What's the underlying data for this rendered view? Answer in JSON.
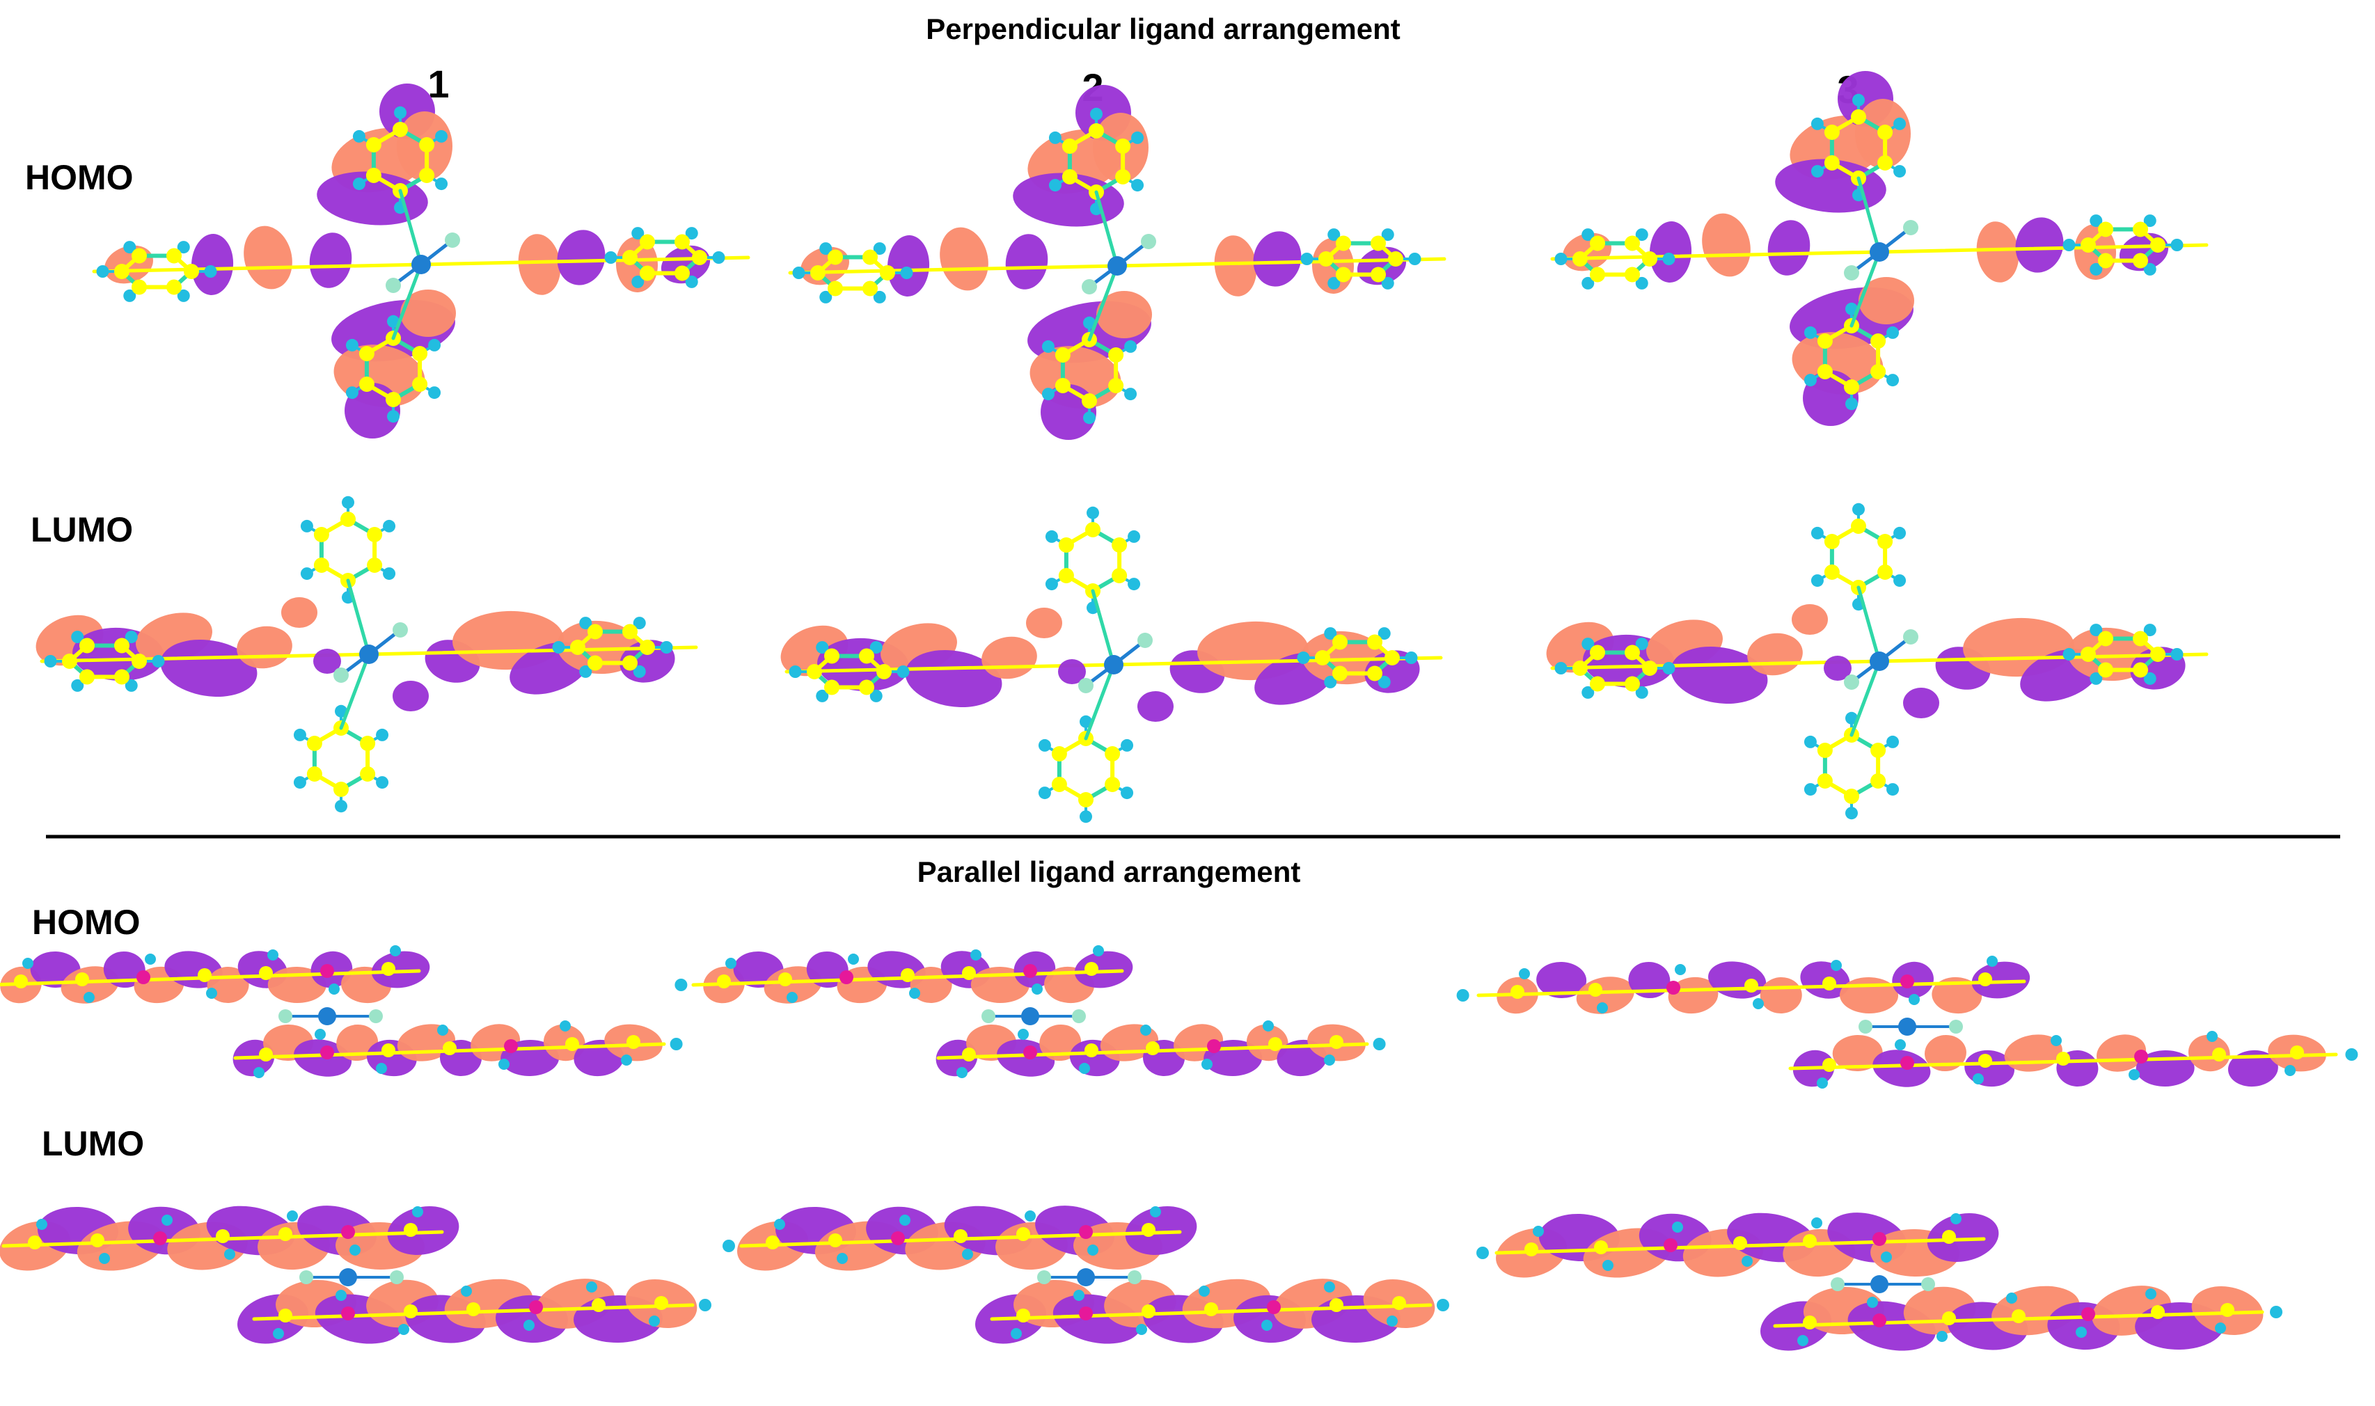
{
  "sections": [
    {
      "title": "Perpendicular ligand arrangement",
      "compound_labels": [
        "1",
        "2",
        "3"
      ],
      "row_labels": [
        "HOMO",
        "LUMO"
      ]
    },
    {
      "title": "Parallel ligand arrangement",
      "row_labels": [
        "HOMO",
        "LUMO"
      ]
    }
  ],
  "colors": {
    "lobe_positive": "#fa8c6e",
    "lobe_negative": "#9b35d6",
    "carbon_atom": "#ffff00",
    "hydrogen_atom": "#22bde0",
    "metal_atom": "#1f7fd1",
    "halide_atom": "#9be3c8",
    "bond_aromatic": "#2fd8a8",
    "heteroatom": "#e6189a",
    "divider": "#000000"
  }
}
